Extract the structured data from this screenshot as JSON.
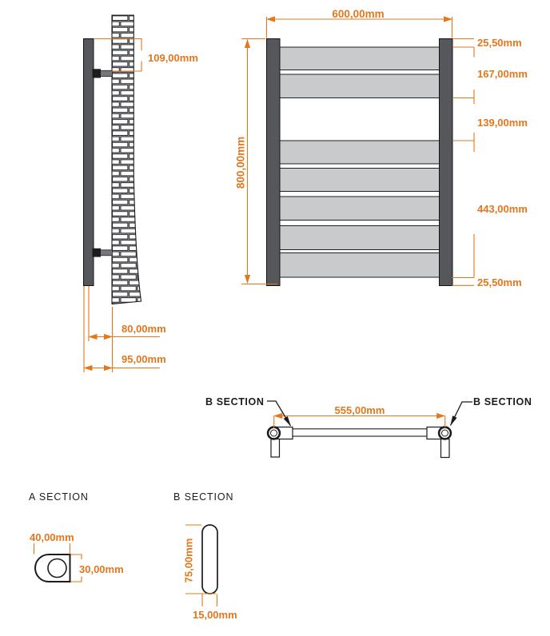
{
  "colors": {
    "dimension_orange": "#e2771d",
    "column_dark_gray": "#56575b",
    "bar_light_gray": "#c9cacc",
    "bracket_gray": "#76777a",
    "brick_mortar_gray": "#97989b",
    "line_black": "#1c1c1e"
  },
  "side_view": {
    "dim_bracket_offset": "109,00mm",
    "dim_wall_to_center": "80,00mm",
    "dim_wall_to_face": "95,00mm"
  },
  "front_view": {
    "dim_width": "600,00mm",
    "dim_height": "800,00mm",
    "chain": [
      "25,50mm",
      "167,00mm",
      "139,00mm",
      "443,00mm",
      "25,50mm"
    ]
  },
  "top_view": {
    "callout_left": "B SECTION",
    "callout_right": "B SECTION",
    "dim_span": "555,00mm"
  },
  "section_a": {
    "title": "A SECTION",
    "dim_width": "40,00mm",
    "dim_height": "30,00mm"
  },
  "section_b": {
    "title": "B SECTION",
    "dim_height": "75,00mm",
    "dim_width": "15,00mm"
  }
}
